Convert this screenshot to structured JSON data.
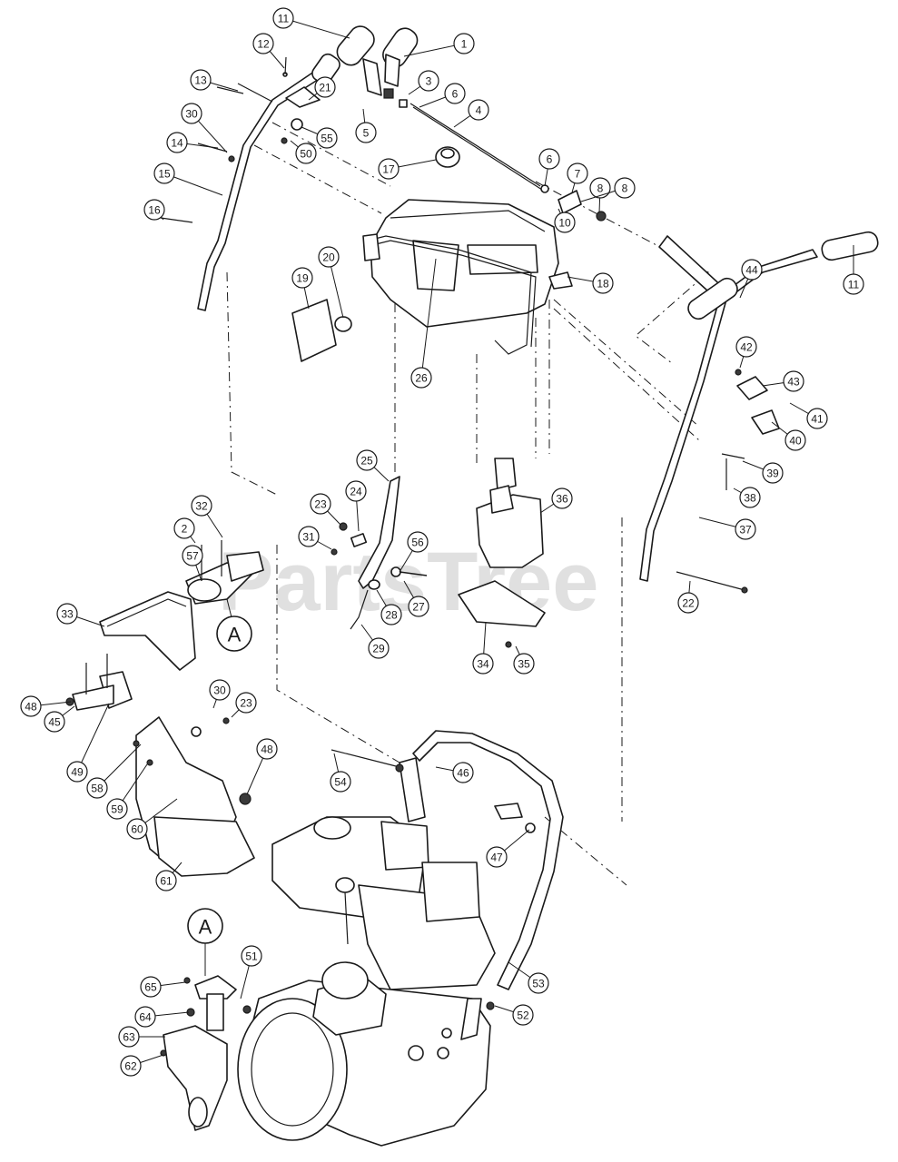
{
  "watermark": "PartsTree",
  "view_markers": [
    "A",
    "A"
  ],
  "callouts": [
    "1",
    "2",
    "3",
    "4",
    "5",
    "6",
    "6",
    "7",
    "8",
    "8",
    "10",
    "11",
    "11",
    "12",
    "13",
    "14",
    "15",
    "16",
    "17",
    "18",
    "19",
    "20",
    "21",
    "22",
    "23",
    "23",
    "24",
    "25",
    "26",
    "27",
    "28",
    "29",
    "30",
    "30",
    "31",
    "32",
    "33",
    "34",
    "35",
    "36",
    "37",
    "38",
    "39",
    "40",
    "41",
    "42",
    "43",
    "44",
    "45",
    "46",
    "47",
    "48",
    "48",
    "49",
    "50",
    "51",
    "52",
    "53",
    "54",
    "55",
    "56",
    "57",
    "58",
    "59",
    "60",
    "61",
    "62",
    "63",
    "64",
    "65"
  ]
}
